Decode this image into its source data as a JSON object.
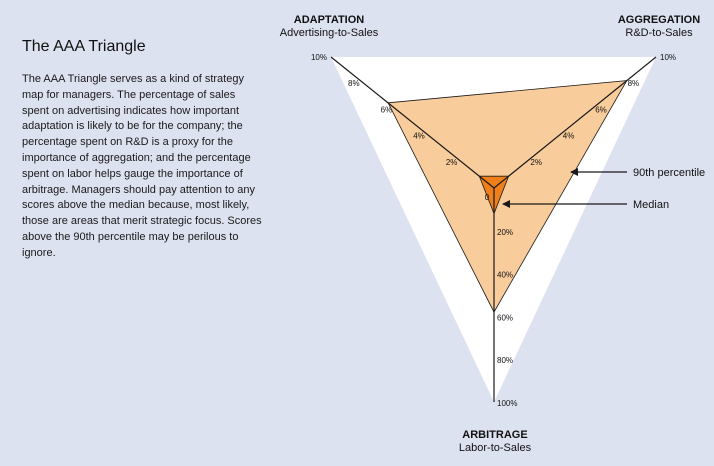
{
  "sidebar": {
    "title": "The AAA Triangle",
    "body": "The AAA Triangle serves as a kind of strategy map for managers. The percentage of sales spent on advertising indicates how important adaptation is likely to be for the company; the percentage spent on R&D is a proxy for the importance of aggregation; and the percentage spent on labor helps gauge the importance of arbitrage. Managers should pay attention to any scores above the median because, most likely, those are areas that merit strategic focus. Scores above the 90th percentile may be perilous to ignore."
  },
  "axes": {
    "adaptation": {
      "title": "ADAPTATION",
      "subtitle": "Advertising-to-Sales",
      "ticks": [
        "0",
        "2%",
        "4%",
        "6%",
        "8%",
        "10%"
      ],
      "median": 0.9,
      "p90": 6.5
    },
    "aggregation": {
      "title": "AGGREGATION",
      "subtitle": "R&D-to-Sales",
      "ticks": [
        "0",
        "2%",
        "4%",
        "6%",
        "8%",
        "10%"
      ],
      "median": 0.9,
      "p90": 8.2
    },
    "arbitrage": {
      "title": "ARBITRAGE",
      "subtitle": "Labor-to-Sales",
      "ticks": [
        "0",
        "20%",
        "40%",
        "60%",
        "80%",
        "100%"
      ],
      "median": 12,
      "p90": 58
    }
  },
  "callouts": {
    "p90_label": "90th percentile",
    "median_label": "Median"
  },
  "colors": {
    "background": "#dde2f0",
    "outer_triangle": "#ffffff",
    "p90_fill": "#f9cc9b",
    "median_fill": "#ef7f1a",
    "line": "#1a1a1a"
  }
}
